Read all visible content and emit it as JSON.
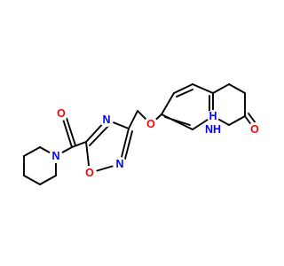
{
  "molecule": {
    "colors": {
      "bond": "#000000",
      "oxygen": "#ff0000",
      "nitrogen": "#0000ff"
    },
    "labels": {
      "o_carbonyl_amide": "O",
      "n_piperidine": "N",
      "n_oxadiazole_top": "N",
      "o_oxadiazole": "O",
      "n_oxadiazole_bottom": "N",
      "o_ether": "O",
      "nh_lactam": "NH",
      "h_lactam": "H",
      "o_lactam": "O"
    }
  }
}
